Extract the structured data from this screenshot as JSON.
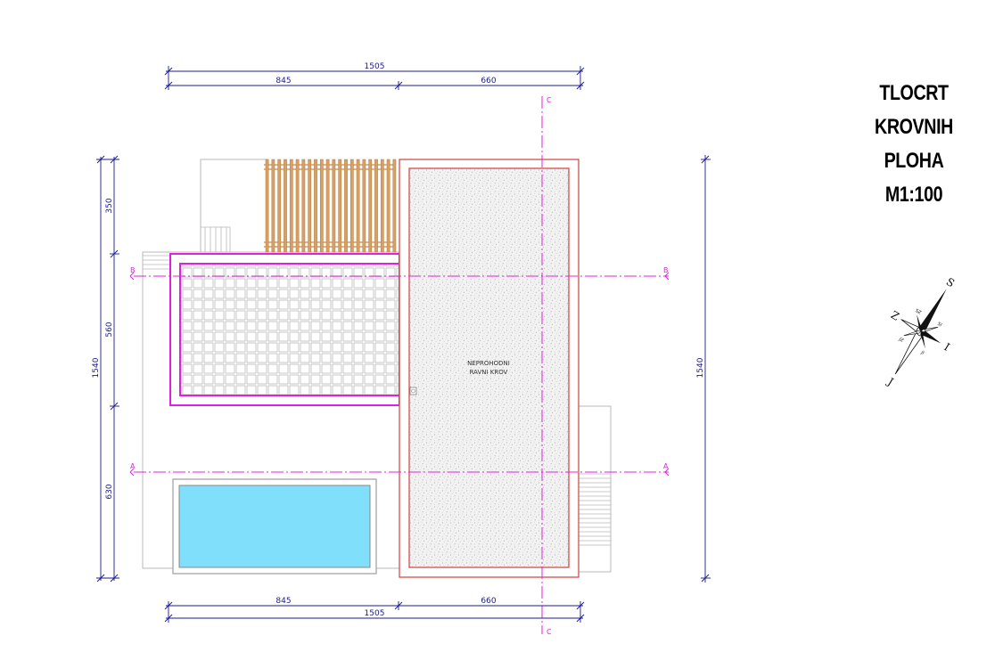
{
  "title": {
    "line1": "TLOCRT",
    "line2": "KROVNIH",
    "line3": "PLOHA",
    "line4": "M1:100"
  },
  "dimensions": {
    "top_total": "1505",
    "top_left": "845",
    "top_right": "660",
    "bottom_left": "845",
    "bottom_right": "660",
    "bottom_total": "1505",
    "left_total": "1540",
    "left_upper": "350",
    "left_middle": "560",
    "left_lower": "630",
    "right_total": "1540"
  },
  "sections": {
    "c_top": "C",
    "c_bottom": "C",
    "b_left": "B",
    "b_right": "B",
    "a_left": "A",
    "a_right": "A"
  },
  "roof": {
    "line1": "NEPROHODNI",
    "line2": "RAVNI KROV"
  },
  "compass": {
    "north": "S",
    "south": "J",
    "west": "Z",
    "east": "I",
    "nw": "SZ",
    "ne": "SI",
    "sw": "JZ",
    "se": "JI"
  },
  "colors": {
    "dimension": "#1a1a8c",
    "section": "#e020e0",
    "roof_outline": "#d04040",
    "terrace_outline": "#e020e0",
    "pergola": "#d9a066",
    "pool_water": "#80e0fb"
  }
}
